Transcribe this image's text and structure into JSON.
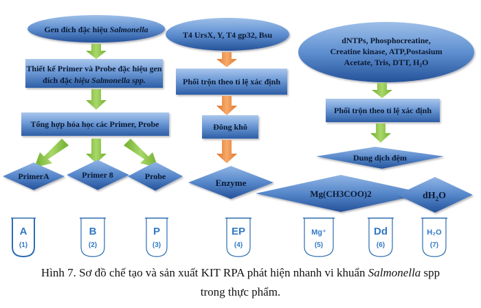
{
  "colors": {
    "shape_light": "#6f9bd6",
    "shape_dark": "#1f4e94",
    "green_arrow": "#8cc63f",
    "orange_arrow": "#ef8a3a",
    "tube_stroke": "#2b6cb0"
  },
  "col1": {
    "top_ellipse": {
      "prefix": "Gen đích đặc hiệu ",
      "italic": "Salmonella"
    },
    "box1": {
      "line1": "Thiết kế Primer và Probe đặc hiệu gen",
      "line2_prefix": "đích đặc ",
      "line2_italic": "hiệu Salmonella spp."
    },
    "box2": "Tổng hợp hóa học các Primer, Probe",
    "diamonds": [
      "PrimerA",
      "Primer 8",
      "Probe"
    ]
  },
  "col2": {
    "top_ellipse": "T4 UrsX, Y, T4 gp32, Bsu",
    "box1": "Phối trộn theo tỉ lệ xác định",
    "box2": "Đông khô",
    "diamond": "Enzyme"
  },
  "col3": {
    "top_ellipse": [
      "dNTPs, Phosphocreatine,",
      "Creatine kinase, ATP,Postasium",
      "Acetate, Tris, DTT, H₂O"
    ],
    "box1": "Phối trộn theo tỉ lệ xác định",
    "box2": "Dung dịch đệm",
    "diamond_mg": "Mg(CH3COO)2",
    "diamond_dh2o": {
      "main": "dH",
      "sub": "2",
      "end": "O"
    }
  },
  "tubes": [
    {
      "label": "A",
      "num": "(1)"
    },
    {
      "label": "B",
      "num": "(2)"
    },
    {
      "label": "P",
      "num": "(3)"
    },
    {
      "label": "EP",
      "num": "(4)"
    },
    {
      "label": "Mg⁺",
      "num": "(5)"
    },
    {
      "label": "Dd",
      "num": "(6)"
    },
    {
      "label": "H₂O",
      "num": "(7)"
    }
  ],
  "caption": {
    "line1_prefix": "Hình 7. Sơ đồ chế tạo và sản xuất KIT RPA phát hiện nhanh vi khuẩn ",
    "line1_italic": "Salmonella",
    "line1_suffix": " spp",
    "line2": "trong thực phẩm."
  }
}
